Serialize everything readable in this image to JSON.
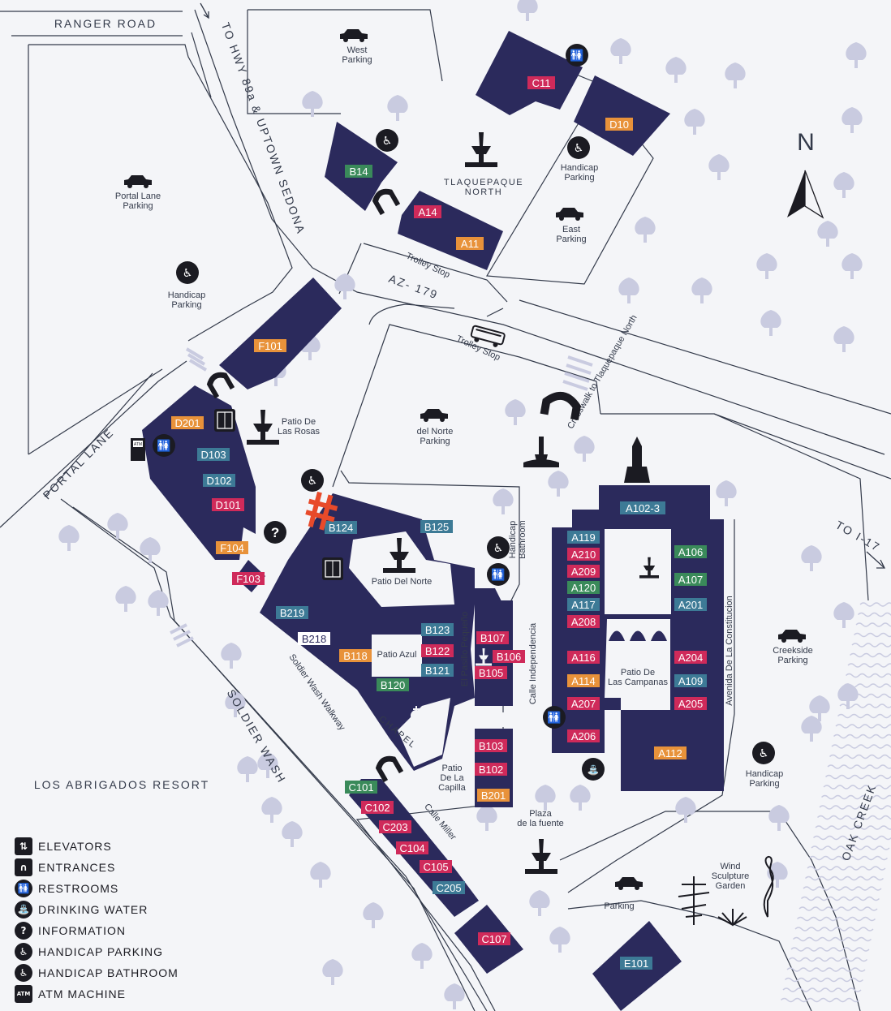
{
  "roads": {
    "ranger_road": "RANGER ROAD",
    "to_hwy": "TO HWY 89a & UPTOWN SEDONA",
    "portal_lane": "PORTAL LANE",
    "az179": "AZ- 179",
    "to_i17": "TO I-17",
    "soldier_wash": "SOLDIER WASH",
    "oak_creek": "OAK CREEK",
    "los_abrigados": "LOS ABRIGADOS RESORT",
    "soldier_wash_walkway": "Soldier Wash Walkway",
    "calle_miller": "Calle Miller",
    "el_pasillo": "El Pasillo Pequeño",
    "calle_independencia": "Calle Independencia",
    "avenida": "Avenida De La Constitucion",
    "crosswalk": "Crosswalk to Tlaquepaque North",
    "chapel": "CHAPEL"
  },
  "places": {
    "west_parking": [
      "West",
      "Parking"
    ],
    "portal_lane_parking": [
      "Portal Lane",
      "Parking"
    ],
    "handicap_parking_left": [
      "Handicap",
      "Parking"
    ],
    "handicap_parking_north": [
      "Handicap",
      "Parking"
    ],
    "east_parking": [
      "East",
      "Parking"
    ],
    "tlaquepaque_north": [
      "TLAQUEPAQUE",
      "NORTH"
    ],
    "trolley_stop_1": "Trolley Stop",
    "trolley_stop_2": "Trolley Stop",
    "del_norte_parking": [
      "del Norte",
      "Parking"
    ],
    "patio_rosas": [
      "Patio De",
      "Las Rosas"
    ],
    "patio_norte": "Patio Del Norte",
    "patio_azul": "Patio Azul",
    "patio_capilla": [
      "Patio",
      "De La",
      "Capilla"
    ],
    "plaza_fuente": [
      "Plaza",
      "de la fuente"
    ],
    "patio_campanas": [
      "Patio De",
      "Las Campanas"
    ],
    "handicap_bathroom": [
      "Handicap",
      "Bathroom"
    ],
    "creekside_parking": [
      "Creekside",
      "Parking"
    ],
    "handicap_parking_right": [
      "Handicap",
      "Parking"
    ],
    "parking": "Parking",
    "wind_garden": [
      "Wind",
      "Sculpture",
      "Garden"
    ]
  },
  "compass": "N",
  "colors": {
    "building": "#2b2a5c",
    "blue_tag": "#3d7a96",
    "red_tag": "#cf2a5a",
    "green_tag": "#3a8a5a",
    "orange_tag": "#e8923a",
    "you_are_here": "#e84a2a"
  },
  "units": [
    {
      "id": "C11",
      "color": "red"
    },
    {
      "id": "D10",
      "color": "orange"
    },
    {
      "id": "B14",
      "color": "green"
    },
    {
      "id": "A14",
      "color": "red"
    },
    {
      "id": "A11",
      "color": "orange"
    },
    {
      "id": "F101",
      "color": "orange"
    },
    {
      "id": "D201",
      "color": "orange"
    },
    {
      "id": "D103",
      "color": "blue"
    },
    {
      "id": "D102",
      "color": "blue"
    },
    {
      "id": "D101",
      "color": "red"
    },
    {
      "id": "F104",
      "color": "orange"
    },
    {
      "id": "F103",
      "color": "red"
    },
    {
      "id": "B124",
      "color": "blue"
    },
    {
      "id": "B125",
      "color": "blue"
    },
    {
      "id": "B219",
      "color": "blue"
    },
    {
      "id": "B218",
      "color": "white"
    },
    {
      "id": "B123",
      "color": "blue"
    },
    {
      "id": "B122",
      "color": "red"
    },
    {
      "id": "B118",
      "color": "orange"
    },
    {
      "id": "B121",
      "color": "blue"
    },
    {
      "id": "B120",
      "color": "green"
    },
    {
      "id": "B107",
      "color": "red"
    },
    {
      "id": "B106",
      "color": "red"
    },
    {
      "id": "B105",
      "color": "red"
    },
    {
      "id": "B103",
      "color": "red"
    },
    {
      "id": "B102",
      "color": "red"
    },
    {
      "id": "B201",
      "color": "orange"
    },
    {
      "id": "C101",
      "color": "green"
    },
    {
      "id": "C102",
      "color": "red"
    },
    {
      "id": "C203",
      "color": "red"
    },
    {
      "id": "C104",
      "color": "red"
    },
    {
      "id": "C105",
      "color": "red"
    },
    {
      "id": "C205",
      "color": "blue"
    },
    {
      "id": "C107",
      "color": "red"
    },
    {
      "id": "E101",
      "color": "blue"
    },
    {
      "id": "A102-3",
      "color": "blue"
    },
    {
      "id": "A119",
      "color": "blue"
    },
    {
      "id": "A210",
      "color": "red"
    },
    {
      "id": "A209",
      "color": "red"
    },
    {
      "id": "A120",
      "color": "green"
    },
    {
      "id": "A117",
      "color": "blue"
    },
    {
      "id": "A208",
      "color": "red"
    },
    {
      "id": "A116",
      "color": "red"
    },
    {
      "id": "A114",
      "color": "orange"
    },
    {
      "id": "A207",
      "color": "red"
    },
    {
      "id": "A206",
      "color": "red"
    },
    {
      "id": "A106",
      "color": "green"
    },
    {
      "id": "A107",
      "color": "green"
    },
    {
      "id": "A201",
      "color": "blue"
    },
    {
      "id": "A204",
      "color": "red"
    },
    {
      "id": "A109",
      "color": "blue"
    },
    {
      "id": "A205",
      "color": "red"
    },
    {
      "id": "A112",
      "color": "orange"
    }
  ],
  "legend": [
    {
      "icon": "elevator-icon",
      "label": "ELEVATORS"
    },
    {
      "icon": "entrance-icon",
      "label": "ENTRANCES"
    },
    {
      "icon": "restroom-icon",
      "label": "RESTROOMS"
    },
    {
      "icon": "drinking-water-icon",
      "label": "DRINKING WATER"
    },
    {
      "icon": "information-icon",
      "label": "INFORMATION"
    },
    {
      "icon": "handicap-parking-icon",
      "label": "HANDICAP PARKING"
    },
    {
      "icon": "handicap-bathroom-icon",
      "label": "HANDICAP BATHROOM"
    },
    {
      "icon": "atm-icon",
      "label": "ATM MACHINE"
    }
  ],
  "atm_text": "ATM",
  "info_symbol": "?"
}
